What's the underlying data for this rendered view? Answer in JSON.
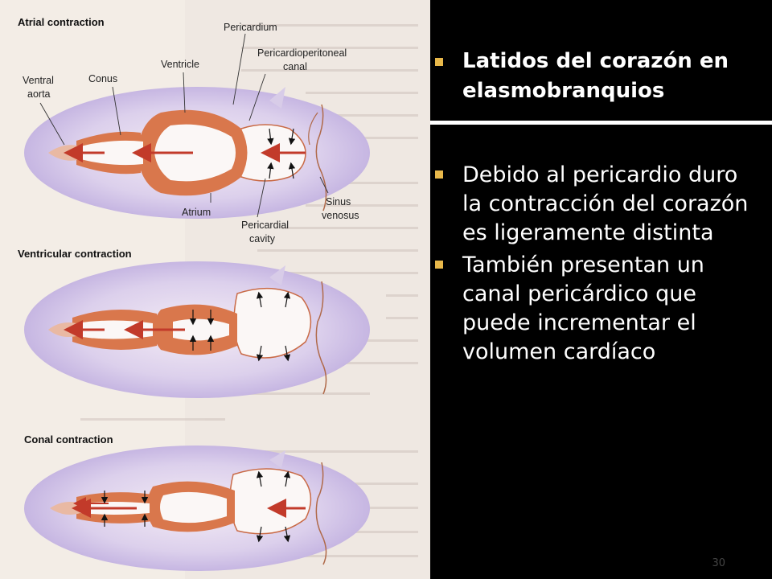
{
  "figure": {
    "sections": {
      "atrial": "Atrial contraction",
      "ventricular": "Ventricular contraction",
      "conal": "Conal contraction"
    },
    "labels": {
      "pericardium": "Pericardium",
      "pericardioperitoneal_line1": "Pericardioperitoneal",
      "pericardioperitoneal_line2": "canal",
      "ventral_aorta_line1": "Ventral",
      "ventral_aorta_line2": "aorta",
      "conus": "Conus",
      "ventricle": "Ventricle",
      "atrium": "Atrium",
      "pericardial_cavity_line1": "Pericardial",
      "pericardial_cavity_line2": "cavity",
      "sinus_venosus_line1": "Sinus",
      "sinus_venosus_line2": "venosus"
    },
    "colors": {
      "muscle": "#d9774c",
      "pericardium": "#c6b6e2",
      "arrow": "#c23a2a"
    }
  },
  "slide": {
    "title": "Latidos del corazón en elasmobranquios",
    "bullets": [
      "Debido al pericardio duro la contracción del corazón es ligeramente distinta",
      "También presentan un canal pericárdico que puede incrementar el volumen cardíaco"
    ],
    "page_number": "30",
    "colors": {
      "bullet": "#e8b84a",
      "background": "#000000",
      "text": "#ffffff"
    }
  }
}
